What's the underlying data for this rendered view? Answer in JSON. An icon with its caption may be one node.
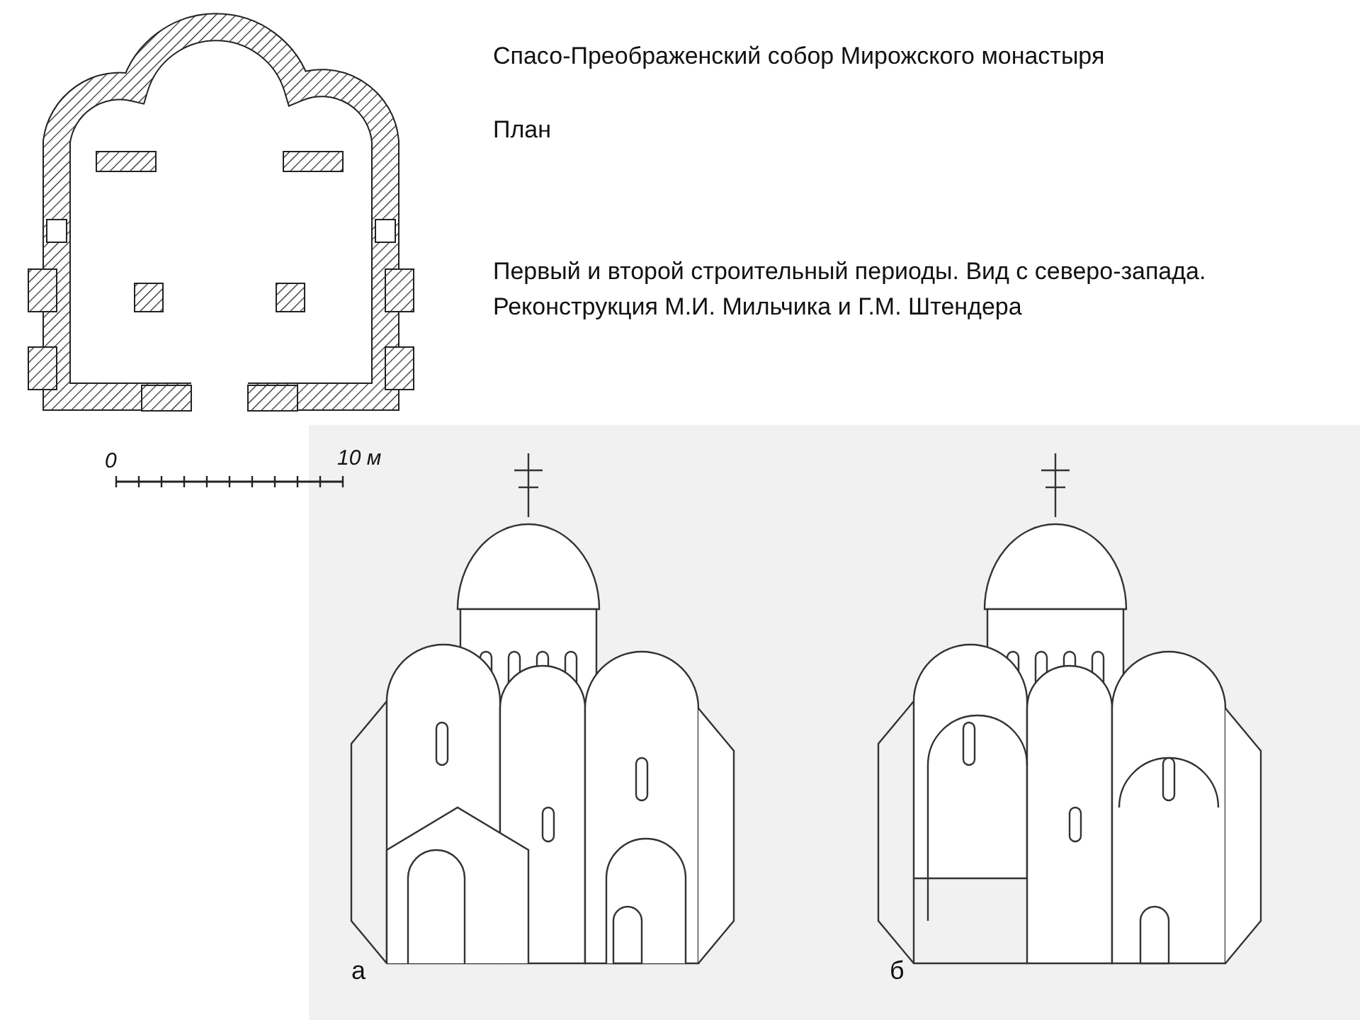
{
  "diagram": {
    "title": "Спасо-Преображенский собор Мирожского монастыря",
    "labels": [
      "План",
      "Первый и второй строительный периоды. Вид с северо-запада. Реконструкция М.И. Мильчика и Г.М. Штендера",
      "0",
      "10 м",
      "а",
      "б"
    ]
  }
}
